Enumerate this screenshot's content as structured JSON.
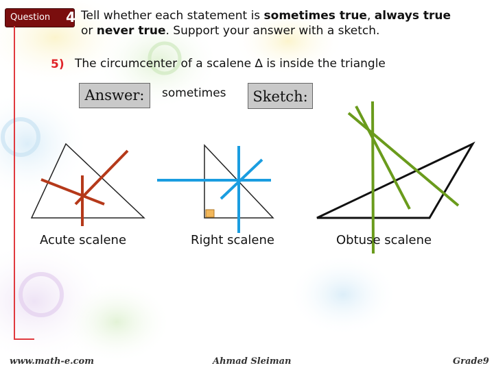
{
  "header": {
    "question_word": "Question",
    "question_number": "4"
  },
  "instructions": {
    "part1": "Tell whether each statement is ",
    "sometimes": "sometimes true",
    "comma": ", ",
    "always": "always true",
    "part2": " or ",
    "never": "never true",
    "part3": ". Support your answer with a sketch."
  },
  "problem": {
    "number": "5)",
    "statement": "The circumcenter of a scalene ∆ is inside the triangle"
  },
  "answer_label": "Answer:",
  "answer_value": "sometimes",
  "sketch_label": "Sketch:",
  "sketches": [
    {
      "label": "Acute scalene",
      "line_color": "#b5391a"
    },
    {
      "label": "Right scalene",
      "line_color": "#1a9de0"
    },
    {
      "label": "Obtuse scalene",
      "line_color": "#6a9b1c"
    }
  ],
  "footer": {
    "website": "www.math-e.com",
    "author": "Ahmad Sleiman",
    "grade": "Grade9"
  }
}
